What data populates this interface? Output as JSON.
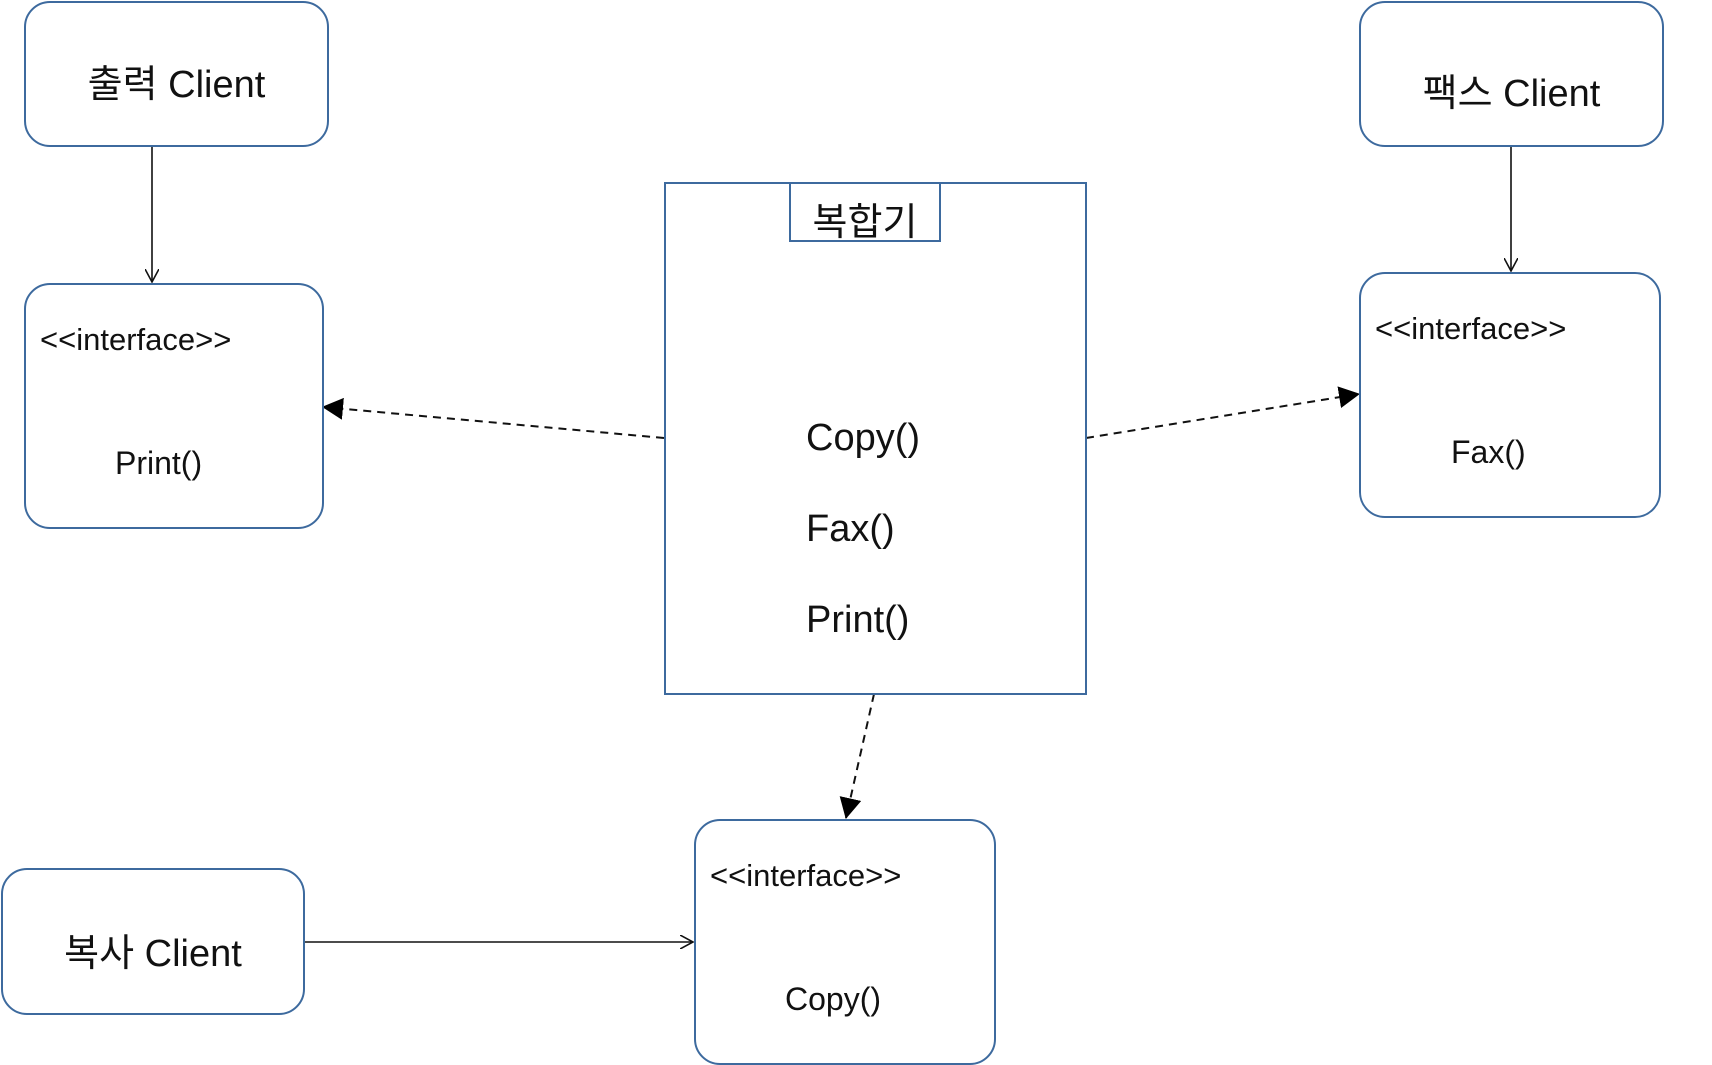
{
  "clients": {
    "print": {
      "label": "출력 Client"
    },
    "fax": {
      "label": "팩스 Client"
    },
    "copy": {
      "label": "복사 Client"
    }
  },
  "interfaces": {
    "print": {
      "stereotype": "<<interface>>",
      "method": "Print()"
    },
    "fax": {
      "stereotype": "<<interface>>",
      "method": "Fax()"
    },
    "copy": {
      "stereotype": "<<interface>>",
      "method": "Copy()"
    }
  },
  "machine": {
    "title": "복합기",
    "methods": [
      "Copy()",
      "Fax()",
      "Print()"
    ]
  },
  "colors": {
    "box_border": "#3d6a9e",
    "line": "#111111"
  }
}
